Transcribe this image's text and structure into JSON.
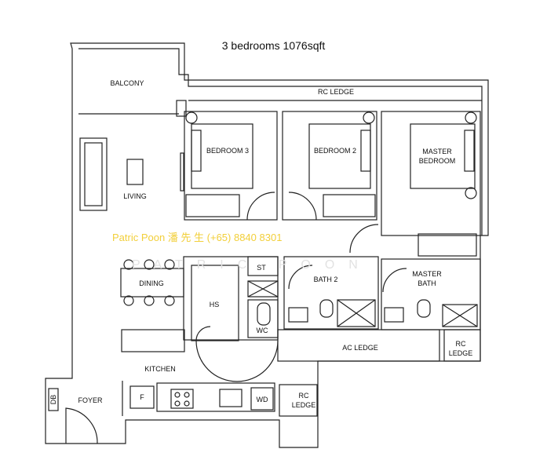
{
  "title": "3 bedrooms 1076sqft",
  "watermark": {
    "contact": "Patric Poon 潘 先 生 (+65) 8840 8301",
    "faint": "PATRIC POON"
  },
  "rooms": {
    "balcony": "BALCONY",
    "rc_ledge_top": "RC LEDGE",
    "bedroom3": "BEDROOM 3",
    "bedroom2": "BEDROOM 2",
    "master_bedroom_line1": "MASTER",
    "master_bedroom_line2": "BEDROOM",
    "living": "LIVING",
    "dining": "DINING",
    "st": "ST",
    "hs": "HS",
    "bath2": "BATH 2",
    "master_bath_line1": "MASTER",
    "master_bath_line2": "BATH",
    "wc": "WC",
    "ac_ledge": "AC LEDGE",
    "rc_ledge_right_line1": "RC",
    "rc_ledge_right_line2": "LEDGE",
    "kitchen": "KITCHEN",
    "foyer": "FOYER",
    "db": "DB",
    "fridge": "F",
    "wd": "WD",
    "rc_ledge_bottom_line1": "RC",
    "rc_ledge_bottom_line2": "LEDGE"
  }
}
